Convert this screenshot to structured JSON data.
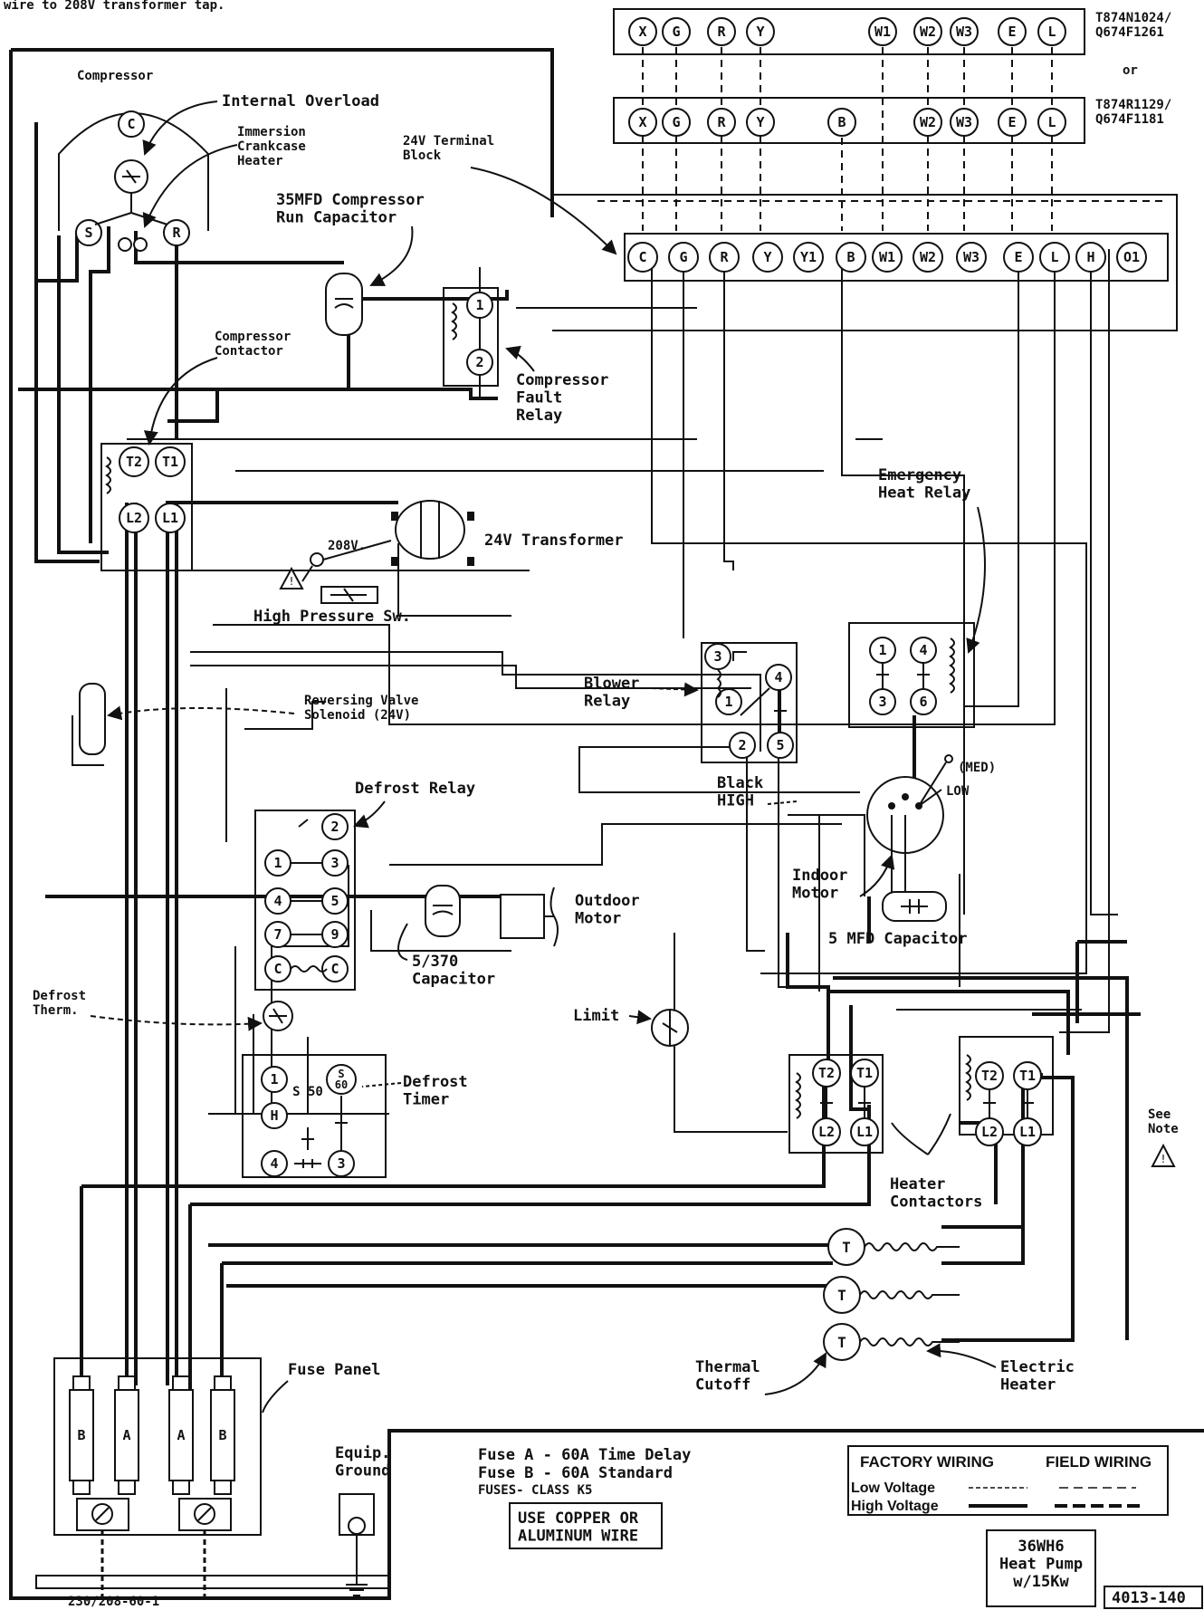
{
  "header_note": "wire to 208V transformer tap.",
  "thermostats": {
    "t1": {
      "model": "T874N1024/\nQ674F1261",
      "terminals": [
        "X",
        "G",
        "R",
        "Y",
        "W1",
        "W2",
        "W3",
        "E",
        "L"
      ]
    },
    "or": "or",
    "t2": {
      "model": "T874R1129/\nQ674F1181",
      "terminals": [
        "X",
        "G",
        "R",
        "Y",
        "B",
        "W2",
        "W3",
        "E",
        "L"
      ]
    }
  },
  "terminal_block": {
    "label": "24V Terminal\nBlock",
    "terminals": [
      "C",
      "G",
      "R",
      "Y",
      "Y1",
      "B",
      "W1",
      "W2",
      "W3",
      "E",
      "L",
      "H",
      "O1"
    ]
  },
  "labels": {
    "compressor": "Compressor",
    "internal_overload": "Internal Overload",
    "immersion_heater": "Immersion\nCrankcase\nHeater",
    "run_capacitor": "35MFD Compressor\nRun Capacitor",
    "compressor_contactor": "Compressor\nContactor",
    "fault_relay": "Compressor\nFault\nRelay",
    "transformer_tap": "208V.",
    "transformer": "24V Transformer",
    "high_pressure": "High Pressure Sw.",
    "emergency_relay": "Emergency\nHeat Relay",
    "blower_relay": "Blower\nRelay",
    "reversing_valve": "Reversing Valve\nSolenoid (24V)",
    "defrost_relay": "Defrost Relay",
    "black_high": "Black\nHIGH",
    "med": "(MED)",
    "low": "LOW",
    "indoor_motor": "Indoor\nMotor",
    "outdoor_motor": "Outdoor\nMotor",
    "capacitor_5_370": "5/370\nCapacitor",
    "capacitor_5mfd": "5 MFD Capacitor",
    "defrost_therm": "Defrost\nTherm.",
    "limit": "Limit",
    "defrost_timer": "Defrost\nTimer",
    "see_note": "See\nNote",
    "heater_contactors": "Heater\nContactors",
    "thermal_cutoff": "Thermal\nCutoff",
    "electric_heater": "Electric\nHeater",
    "fuse_panel": "Fuse Panel",
    "equip_ground": "Equip.\nGround",
    "supply": "230/208-60-1"
  },
  "relay_pins": {
    "fault": [
      "1",
      "2"
    ],
    "contactor": [
      "T2",
      "T1",
      "L2",
      "L1"
    ],
    "emergency": [
      "1",
      "4",
      "3",
      "6"
    ],
    "blower": [
      "3",
      "1",
      "4",
      "2",
      "5"
    ],
    "defrost_relay": [
      "2",
      "1",
      "3",
      "4",
      "5",
      "7",
      "9",
      "C",
      "C"
    ],
    "defrost_timer": [
      "1",
      "S\n60",
      "S\n50",
      "H",
      "4",
      "3"
    ],
    "heater_contactor_a": [
      "T2",
      "T1",
      "L2",
      "L1"
    ],
    "heater_contactor_b": [
      "T2",
      "T1",
      "L2",
      "L1"
    ],
    "heater_tc": [
      "T",
      "T",
      "T"
    ],
    "fuses": [
      "B",
      "A",
      "A",
      "B"
    ]
  },
  "fuse_notes": [
    "Fuse A - 60A Time Delay",
    "Fuse B - 60A Standard",
    "FUSES- CLASS K5"
  ],
  "wire_note": "USE COPPER OR\nALUMINUM WIRE",
  "legend": {
    "factory": "FACTORY WIRING",
    "field": "FIELD WIRING",
    "low": "Low Voltage",
    "high": "High Voltage"
  },
  "model_box": "36WH6\nHeat Pump\nw/15Kw",
  "drawing_no": "4013-140"
}
